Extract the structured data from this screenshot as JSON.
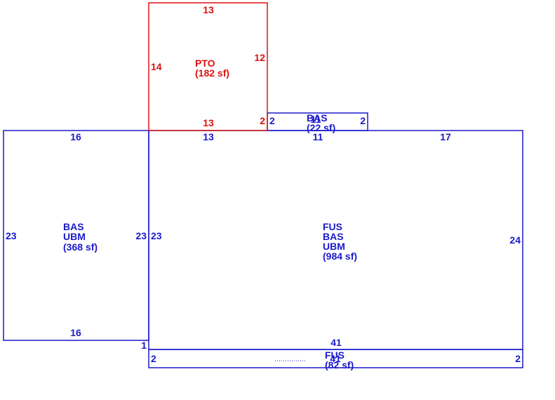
{
  "colors": {
    "main": "#1a1acc",
    "patio": "#dd1111",
    "background": "#ffffff"
  },
  "areas": {
    "pto": {
      "code": "PTO",
      "sqft": "(182 sf)",
      "dims": {
        "top": "13",
        "left": "14",
        "right": "12",
        "bottom": "13",
        "corner": "2"
      }
    },
    "west": {
      "code1": "BAS",
      "code2": "UBM",
      "sqft": "(368 sf)",
      "dims": {
        "top": "16",
        "bottom": "16",
        "left": "23",
        "right": "23"
      }
    },
    "main": {
      "code1": "FUS",
      "code2": "BAS",
      "code3": "UBM",
      "sqft": "(984 sf)",
      "dims": {
        "top_a": "13",
        "top_b": "11",
        "top_c": "17",
        "left": "23",
        "right": "24",
        "bottom": "41",
        "step": "1"
      }
    },
    "bump": {
      "code": "BAS",
      "sqft": "(22 sf)",
      "dims": {
        "left": "2",
        "right": "2",
        "bottom": "11"
      }
    },
    "strip": {
      "code": "FUS",
      "sqft": "(82 sf)",
      "dims": {
        "left": "2",
        "right": "2",
        "bottom": "41"
      }
    }
  }
}
